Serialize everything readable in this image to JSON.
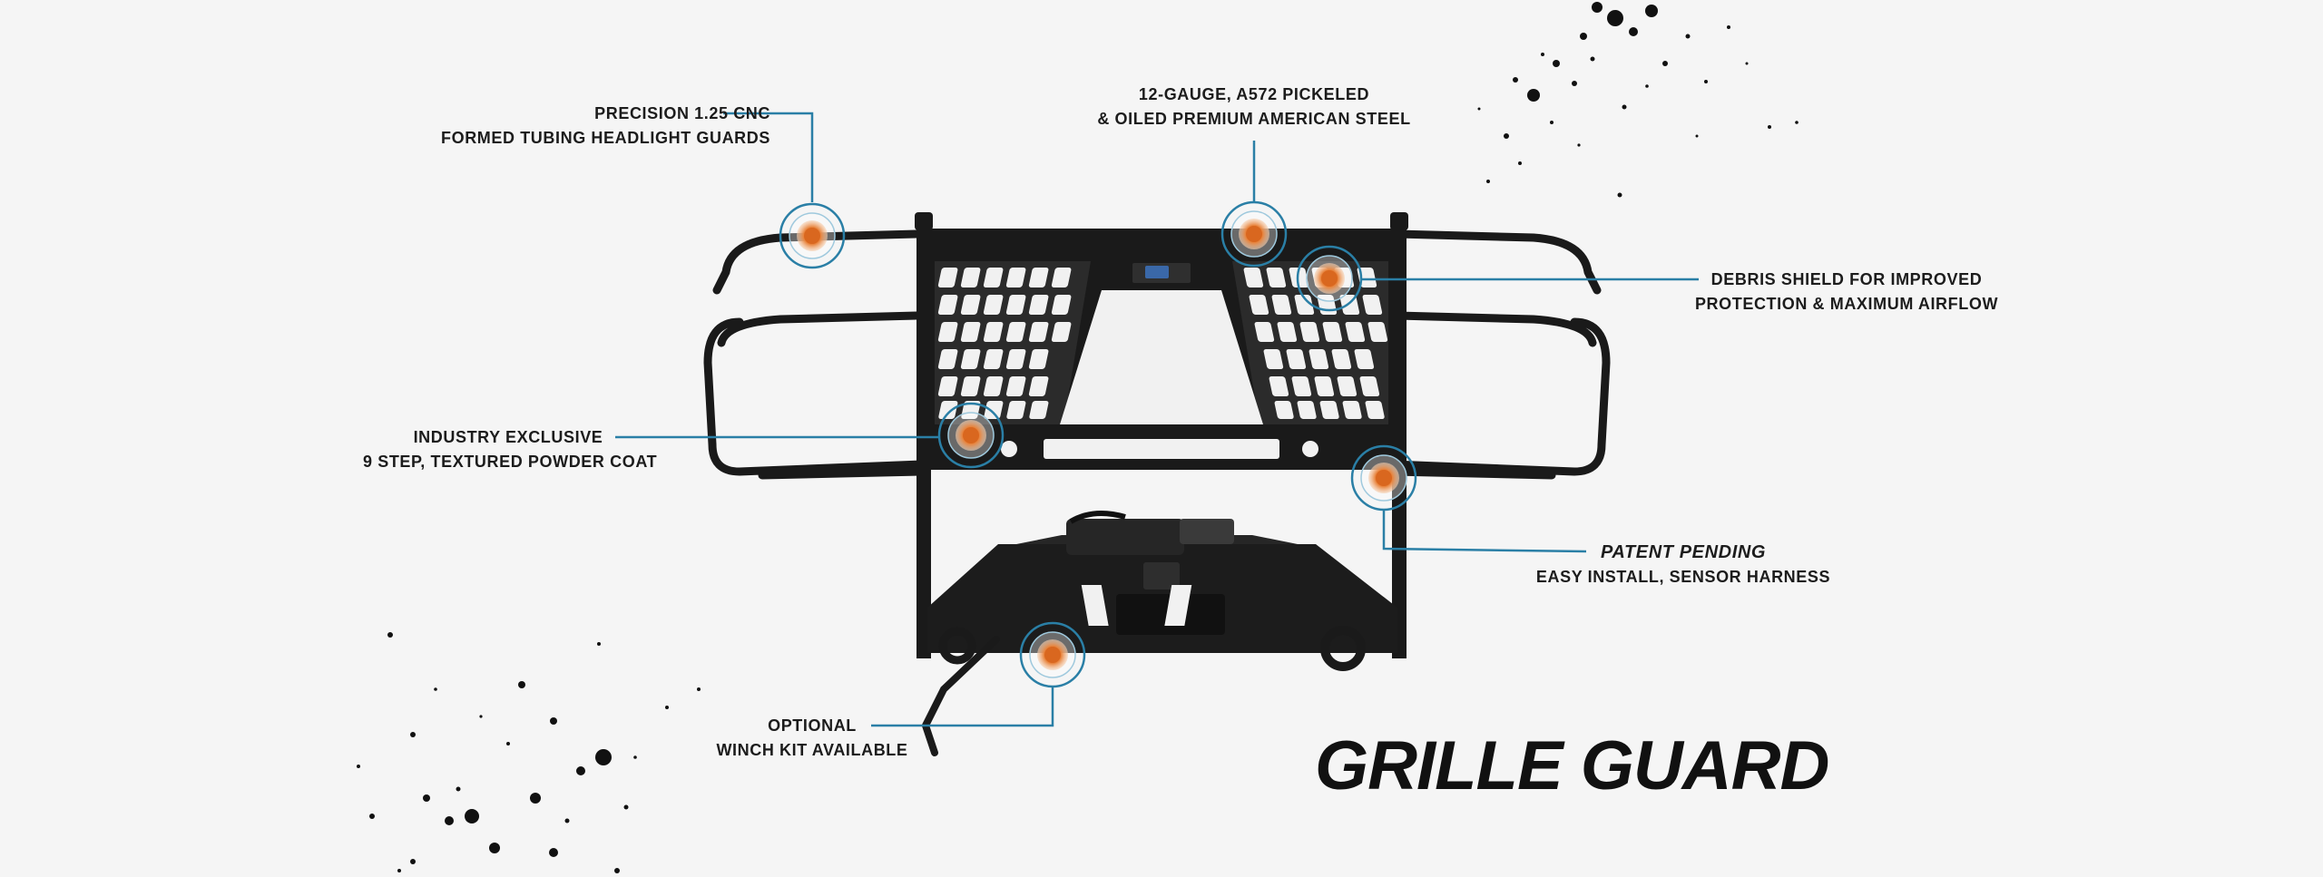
{
  "callouts": {
    "headlight_guards": {
      "line1": "PRECISION 1.25 CNC",
      "line2": "FORMED TUBING HEADLIGHT GUARDS"
    },
    "steel": {
      "line1": "12-GAUGE, A572 PICKELED",
      "line2": "& OILED PREMIUM AMERICAN STEEL"
    },
    "debris_shield": {
      "line1": "DEBRIS SHIELD FOR IMPROVED",
      "line2": "PROTECTION & MAXIMUM AIRFLOW"
    },
    "powder_coat": {
      "line1": "INDUSTRY EXCLUSIVE",
      "line2": "9 STEP, TEXTURED POWDER COAT"
    },
    "patent": {
      "line1": "PATENT PENDING",
      "line2": "EASY INSTALL, SENSOR HARNESS"
    },
    "winch": {
      "line1": "OPTIONAL",
      "line2": "WINCH KIT AVAILABLE"
    }
  },
  "headline": "GRILLE GUARD",
  "colors": {
    "background": "#f5f5f5",
    "leader_line": "#2a7fa6",
    "hotspot_core": "#e8823a",
    "steel": "#1a1a1a",
    "text": "#1c1c1c"
  },
  "icons": {
    "hotspot": "hotspot-marker-icon",
    "paint_splatter": "paint-splatter-icon",
    "product": "grille-guard-product-image"
  }
}
